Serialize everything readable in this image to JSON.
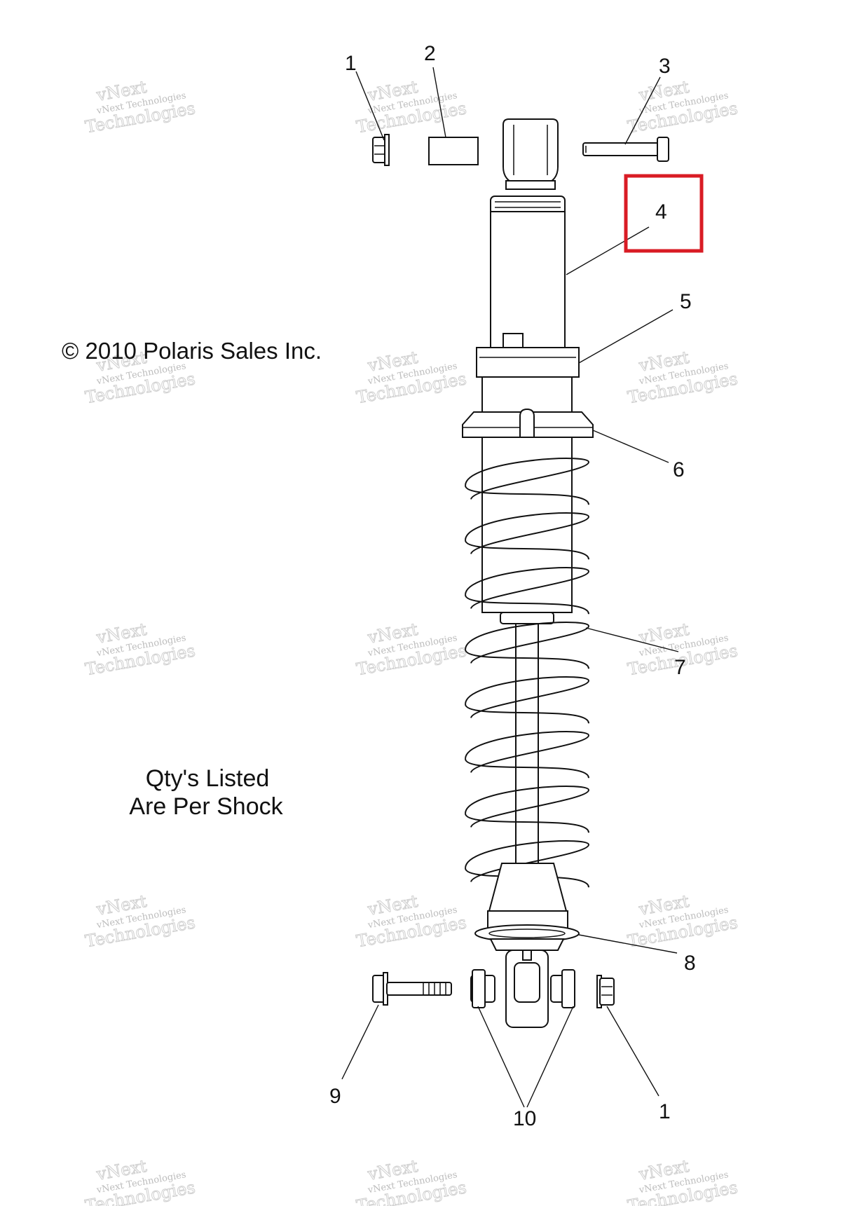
{
  "copyright": "© 2010 Polaris Sales Inc.",
  "note": {
    "line1": "Qty's Listed",
    "line2": "Are Per Shock"
  },
  "callouts": [
    {
      "label": "1"
    },
    {
      "label": "2"
    },
    {
      "label": "3"
    },
    {
      "label": "4"
    },
    {
      "label": "5"
    },
    {
      "label": "6"
    },
    {
      "label": "7"
    },
    {
      "label": "8"
    },
    {
      "label": "9"
    },
    {
      "label": "10"
    },
    {
      "label": "1"
    }
  ],
  "highlight": {
    "callout": "4",
    "color": "#d91c25"
  },
  "watermark": {
    "line1": "vNext Technologies",
    "line2": "Technologies",
    "top": "vNext",
    "color": "#bdbdbd"
  }
}
